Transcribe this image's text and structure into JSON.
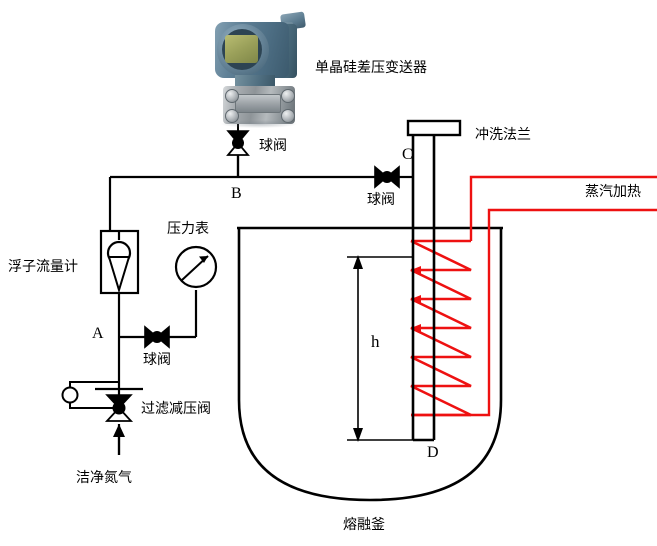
{
  "diagram": {
    "title_caption": "熔融釜",
    "device": {
      "name": "单晶硅差压变送器",
      "body_color": "#52707f",
      "lcd_color": "#9aa05a",
      "base_color": "#9aa0a5"
    },
    "labels": {
      "transmitter": "单晶硅差压变送器",
      "ball_valve_top": "球阀",
      "ball_valve_left": "球阀",
      "ball_valve_right": "球阀",
      "flush_flange": "冲洗法兰",
      "steam_heating": "蒸汽加热",
      "rotameter": "浮子流量计",
      "pressure_gauge": "压力表",
      "filter_reducing_valve": "过滤减压阀",
      "clean_nitrogen": "洁净氮气",
      "melting_kettle": "熔融釜"
    },
    "points": {
      "a": "A",
      "b": "B",
      "c": "C",
      "d": "D"
    },
    "dimension": {
      "height_label": "h"
    },
    "colors": {
      "line": "#000000",
      "steam_line": "#ee1111",
      "text": "#000000"
    }
  }
}
